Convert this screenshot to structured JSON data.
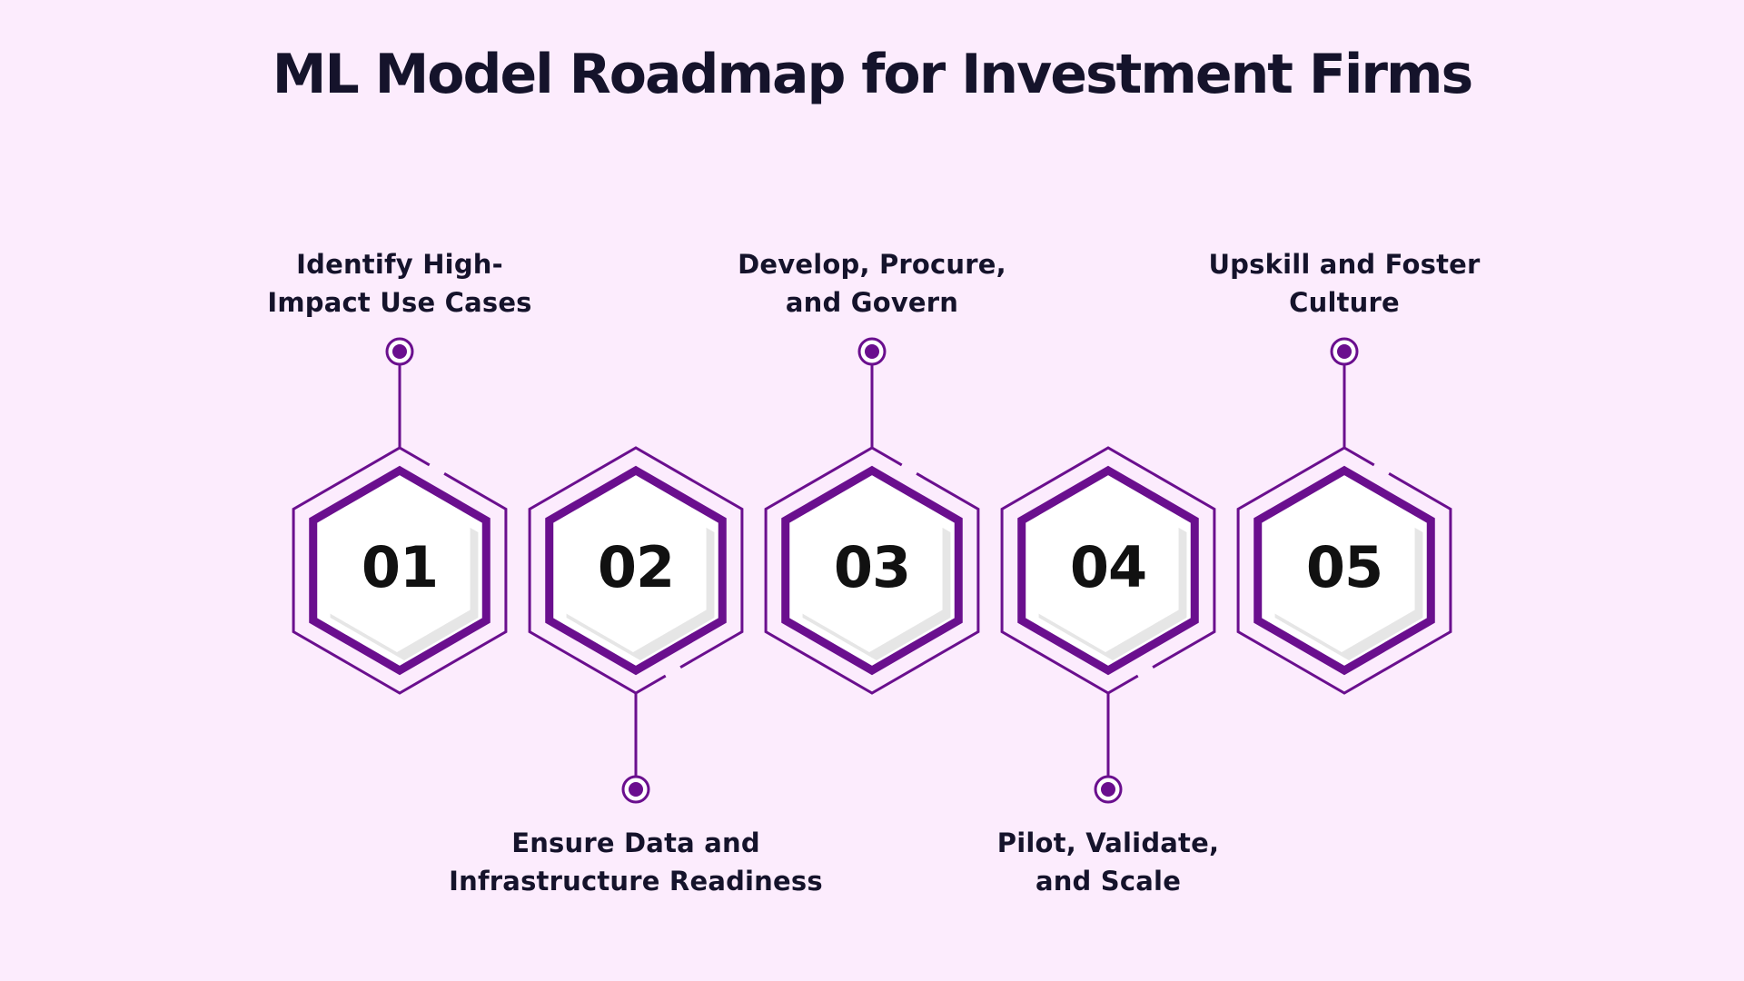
{
  "title": "ML Model Roadmap for Investment Firms",
  "colors": {
    "background": "#fcecfd",
    "accent": "#6a0f8e",
    "hexagon_fill": "#ffffff",
    "hexagon_shadow": "#e6e6e6",
    "text": "#15132b"
  },
  "steps": [
    {
      "number": "01",
      "label_lines": [
        "Identify High-",
        "Impact Use Cases"
      ],
      "label_position": "top"
    },
    {
      "number": "02",
      "label_lines": [
        "Ensure Data and",
        "Infrastructure Readiness"
      ],
      "label_position": "bottom"
    },
    {
      "number": "03",
      "label_lines": [
        "Develop, Procure,",
        "and Govern"
      ],
      "label_position": "top"
    },
    {
      "number": "04",
      "label_lines": [
        "Pilot, Validate,",
        "and Scale"
      ],
      "label_position": "bottom"
    },
    {
      "number": "05",
      "label_lines": [
        "Upskill and Foster",
        "Culture"
      ],
      "label_position": "top"
    }
  ]
}
